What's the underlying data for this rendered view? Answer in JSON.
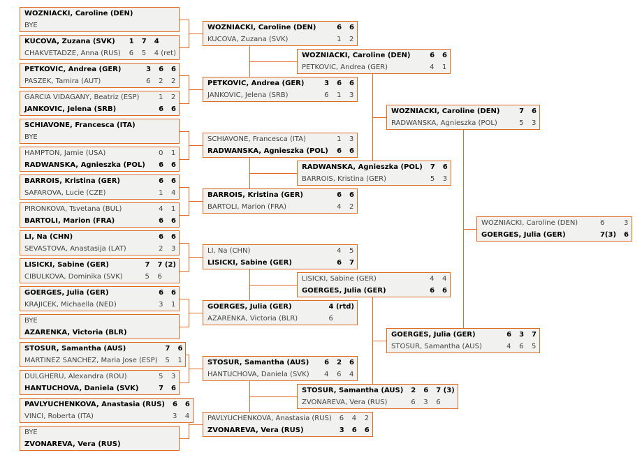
{
  "style": {
    "accent": "#e06b20",
    "box_bg": "#f1f1ef",
    "winner_color": "#000000",
    "loser_color": "#434343",
    "page_bg": "#ffffff"
  },
  "bracket": {
    "rounds": [
      {
        "matches": [
          {
            "players": [
              {
                "name": "WOZNIACKI, Caroline (DEN)",
                "winner": true,
                "sets": []
              },
              {
                "name": "BYE",
                "winner": false,
                "sets": []
              }
            ]
          },
          {
            "players": [
              {
                "name": "KUCOVA, Zuzana (SVK)",
                "winner": true,
                "sets": [
                  "1",
                  "7",
                  "4"
                ]
              },
              {
                "name": "CHAKVETADZE, Anna (RUS)",
                "winner": false,
                "sets": [
                  "6",
                  "5",
                  "4 (ret)"
                ]
              }
            ]
          },
          {
            "players": [
              {
                "name": "PETKOVIC, Andrea (GER)",
                "winner": true,
                "sets": [
                  "3",
                  "6",
                  "6"
                ]
              },
              {
                "name": "PASZEK, Tamira (AUT)",
                "winner": false,
                "sets": [
                  "6",
                  "2",
                  "2"
                ]
              }
            ]
          },
          {
            "players": [
              {
                "name": "GARCIA VIDAGANY, Beatriz (ESP)",
                "winner": false,
                "sets": [
                  "1",
                  "2"
                ]
              },
              {
                "name": "JANKOVIC, Jelena (SRB)",
                "winner": true,
                "sets": [
                  "6",
                  "6"
                ]
              }
            ]
          },
          {
            "players": [
              {
                "name": "SCHIAVONE, Francesca (ITA)",
                "winner": true,
                "sets": []
              },
              {
                "name": "BYE",
                "winner": false,
                "sets": []
              }
            ]
          },
          {
            "players": [
              {
                "name": "HAMPTON, Jamie (USA)",
                "winner": false,
                "sets": [
                  "0",
                  "1"
                ]
              },
              {
                "name": "RADWANSKA, Agnieszka (POL)",
                "winner": true,
                "sets": [
                  "6",
                  "6"
                ]
              }
            ]
          },
          {
            "players": [
              {
                "name": "BARROIS, Kristina (GER)",
                "winner": true,
                "sets": [
                  "6",
                  "6"
                ]
              },
              {
                "name": "SAFAROVA, Lucie (CZE)",
                "winner": false,
                "sets": [
                  "1",
                  "4"
                ]
              }
            ]
          },
          {
            "players": [
              {
                "name": "PIRONKOVA, Tsvetana (BUL)",
                "winner": false,
                "sets": [
                  "4",
                  "1"
                ]
              },
              {
                "name": "BARTOLI, Marion (FRA)",
                "winner": true,
                "sets": [
                  "6",
                  "6"
                ]
              }
            ]
          },
          {
            "players": [
              {
                "name": "LI, Na (CHN)",
                "winner": true,
                "sets": [
                  "6",
                  "6"
                ]
              },
              {
                "name": "SEVASTOVA, Anastasija (LAT)",
                "winner": false,
                "sets": [
                  "2",
                  "3"
                ]
              }
            ]
          },
          {
            "players": [
              {
                "name": "LISICKI, Sabine (GER)",
                "winner": true,
                "sets": [
                  "7",
                  "7 (2)"
                ]
              },
              {
                "name": "CIBULKOVA, Dominika (SVK)",
                "winner": false,
                "sets": [
                  "5",
                  "6"
                ]
              }
            ]
          },
          {
            "players": [
              {
                "name": "GOERGES, Julia (GER)",
                "winner": true,
                "sets": [
                  "6",
                  "6"
                ]
              },
              {
                "name": "KRAJICEK, Michaella (NED)",
                "winner": false,
                "sets": [
                  "3",
                  "1"
                ]
              }
            ]
          },
          {
            "players": [
              {
                "name": "BYE",
                "winner": false,
                "sets": []
              },
              {
                "name": "AZARENKA, Victoria (BLR)",
                "winner": true,
                "sets": []
              }
            ]
          },
          {
            "players": [
              {
                "name": "STOSUR, Samantha (AUS)",
                "winner": true,
                "sets": [
                  "7",
                  "6"
                ]
              },
              {
                "name": "MARTINEZ SANCHEZ, Maria Jose (ESP)",
                "winner": false,
                "sets": [
                  "5",
                  "1"
                ]
              }
            ]
          },
          {
            "players": [
              {
                "name": "DULGHERU, Alexandra (ROU)",
                "winner": false,
                "sets": [
                  "5",
                  "3"
                ]
              },
              {
                "name": "HANTUCHOVA, Daniela (SVK)",
                "winner": true,
                "sets": [
                  "7",
                  "6"
                ]
              }
            ]
          },
          {
            "players": [
              {
                "name": "PAVLYUCHENKOVA, Anastasia (RUS)",
                "winner": true,
                "sets": [
                  "6",
                  "6"
                ]
              },
              {
                "name": "VINCI, Roberta (ITA)",
                "winner": false,
                "sets": [
                  "3",
                  "4"
                ]
              }
            ]
          },
          {
            "players": [
              {
                "name": "BYE",
                "winner": false,
                "sets": []
              },
              {
                "name": "ZVONAREVA, Vera (RUS)",
                "winner": true,
                "sets": []
              }
            ]
          }
        ]
      },
      {
        "matches": [
          {
            "players": [
              {
                "name": "WOZNIACKI, Caroline (DEN)",
                "winner": true,
                "sets": [
                  "6",
                  "6"
                ]
              },
              {
                "name": "KUCOVA, Zuzana (SVK)",
                "winner": false,
                "sets": [
                  "1",
                  "2"
                ]
              }
            ]
          },
          {
            "players": [
              {
                "name": "PETKOVIC, Andrea (GER)",
                "winner": true,
                "sets": [
                  "3",
                  "6",
                  "6"
                ]
              },
              {
                "name": "JANKOVIC, Jelena (SRB)",
                "winner": false,
                "sets": [
                  "6",
                  "1",
                  "3"
                ]
              }
            ]
          },
          {
            "players": [
              {
                "name": "SCHIAVONE, Francesca (ITA)",
                "winner": false,
                "sets": [
                  "1",
                  "3"
                ]
              },
              {
                "name": "RADWANSKA, Agnieszka (POL)",
                "winner": true,
                "sets": [
                  "6",
                  "6"
                ]
              }
            ]
          },
          {
            "players": [
              {
                "name": "BARROIS, Kristina (GER)",
                "winner": true,
                "sets": [
                  "6",
                  "6"
                ]
              },
              {
                "name": "BARTOLI, Marion (FRA)",
                "winner": false,
                "sets": [
                  "4",
                  "2"
                ]
              }
            ]
          },
          {
            "players": [
              {
                "name": "LI, Na (CHN)",
                "winner": false,
                "sets": [
                  "4",
                  "5"
                ]
              },
              {
                "name": "LISICKI, Sabine (GER)",
                "winner": true,
                "sets": [
                  "6",
                  "7"
                ]
              }
            ]
          },
          {
            "players": [
              {
                "name": "GOERGES, Julia (GER)",
                "winner": true,
                "sets": [
                  "4 (rtd)"
                ]
              },
              {
                "name": "AZARENKA, Victoria (BLR)",
                "winner": false,
                "sets": [
                  "6"
                ]
              }
            ]
          },
          {
            "players": [
              {
                "name": "STOSUR, Samantha (AUS)",
                "winner": true,
                "sets": [
                  "6",
                  "2",
                  "6"
                ]
              },
              {
                "name": "HANTUCHOVA, Daniela (SVK)",
                "winner": false,
                "sets": [
                  "4",
                  "6",
                  "4"
                ]
              }
            ]
          },
          {
            "players": [
              {
                "name": "PAVLYUCHENKOVA, Anastasia (RUS)",
                "winner": false,
                "sets": [
                  "6",
                  "4",
                  "2"
                ]
              },
              {
                "name": "ZVONAREVA, Vera (RUS)",
                "winner": true,
                "sets": [
                  "3",
                  "6",
                  "6"
                ]
              }
            ]
          }
        ]
      },
      {
        "matches": [
          {
            "players": [
              {
                "name": "WOZNIACKI, Caroline (DEN)",
                "winner": true,
                "sets": [
                  "6",
                  "6"
                ]
              },
              {
                "name": "PETKOVIC, Andrea (GER)",
                "winner": false,
                "sets": [
                  "4",
                  "1"
                ]
              }
            ]
          },
          {
            "players": [
              {
                "name": "RADWANSKA, Agnieszka (POL)",
                "winner": true,
                "sets": [
                  "7",
                  "6"
                ]
              },
              {
                "name": "BARROIS, Kristina (GER)",
                "winner": false,
                "sets": [
                  "5",
                  "3"
                ]
              }
            ]
          },
          {
            "players": [
              {
                "name": "LISICKI, Sabine (GER)",
                "winner": false,
                "sets": [
                  "4",
                  "4"
                ]
              },
              {
                "name": "GOERGES, Julia (GER)",
                "winner": true,
                "sets": [
                  "6",
                  "6"
                ]
              }
            ]
          },
          {
            "players": [
              {
                "name": "STOSUR, Samantha (AUS)",
                "winner": true,
                "sets": [
                  "2",
                  "6",
                  "7 (3)"
                ]
              },
              {
                "name": "ZVONAREVA, Vera (RUS)",
                "winner": false,
                "sets": [
                  "6",
                  "3",
                  "6"
                ]
              }
            ]
          }
        ]
      },
      {
        "matches": [
          {
            "players": [
              {
                "name": "WOZNIACKI, Caroline (DEN)",
                "winner": true,
                "sets": [
                  "7",
                  "6"
                ]
              },
              {
                "name": "RADWANSKA, Agnieszka (POL)",
                "winner": false,
                "sets": [
                  "5",
                  "3"
                ]
              }
            ]
          },
          {
            "players": [
              {
                "name": "GOERGES, Julia (GER)",
                "winner": true,
                "sets": [
                  "6",
                  "3",
                  "7"
                ]
              },
              {
                "name": "STOSUR, Samantha (AUS)",
                "winner": false,
                "sets": [
                  "4",
                  "6",
                  "5"
                ]
              }
            ]
          }
        ]
      },
      {
        "matches": [
          {
            "players": [
              {
                "name": "WOZNIACKI, Caroline (DEN)",
                "winner": false,
                "sets": [
                  "6",
                  "3"
                ]
              },
              {
                "name": "GOERGES, Julia (GER)",
                "winner": true,
                "sets": [
                  "7(3)",
                  "6"
                ]
              }
            ]
          }
        ]
      }
    ]
  }
}
